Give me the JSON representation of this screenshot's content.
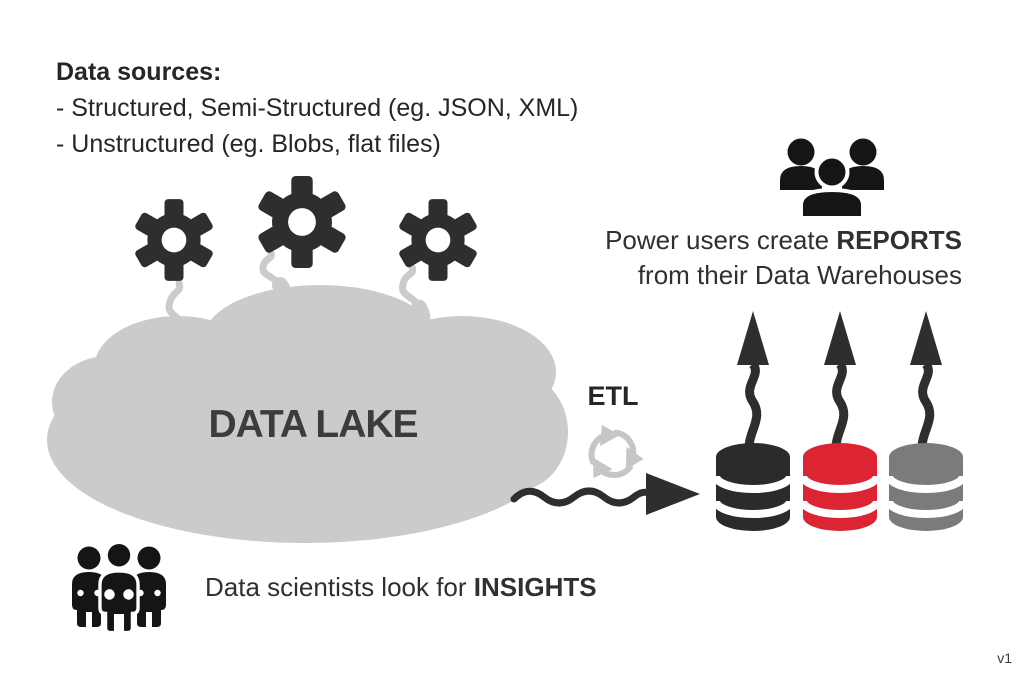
{
  "slide": {
    "version_label": "v1"
  },
  "colors": {
    "background": "#ffffff",
    "ink": "#2e2e2e",
    "icon_black": "#151515",
    "lake": "#cbcbcb",
    "recycle": "#c6c6c6",
    "db_dark": "#2b2b2b",
    "db_red": "#dd2433",
    "db_gray": "#7b7b7b"
  },
  "data_sources": {
    "title": "Data sources:",
    "items": [
      "- Structured, Semi-Structured (eg. JSON, XML)",
      "- Unstructured (eg. Blobs, flat files)"
    ]
  },
  "power_users": {
    "line1_normal": "Power users create ",
    "line1_bold": "REPORTS",
    "line2": "from their Data Warehouses"
  },
  "data_lake": {
    "label": "DATA LAKE"
  },
  "etl": {
    "label": "ETL"
  },
  "data_scientists": {
    "line_normal": "Data scientists look for ",
    "line_bold": "INSIGHTS"
  },
  "icons": {
    "gears": "gear-icon (x3, data pipelines feeding the lake)",
    "power_users": "people-group-icon",
    "data_scientists": "people-group-icon",
    "etl": "recycle-icon",
    "warehouses": "database-cylinder-icon (dark, red, gray)",
    "etl_flow": "wavy-arrow-icon",
    "report_flows": "wavy-up-arrow-icon (x3)"
  }
}
